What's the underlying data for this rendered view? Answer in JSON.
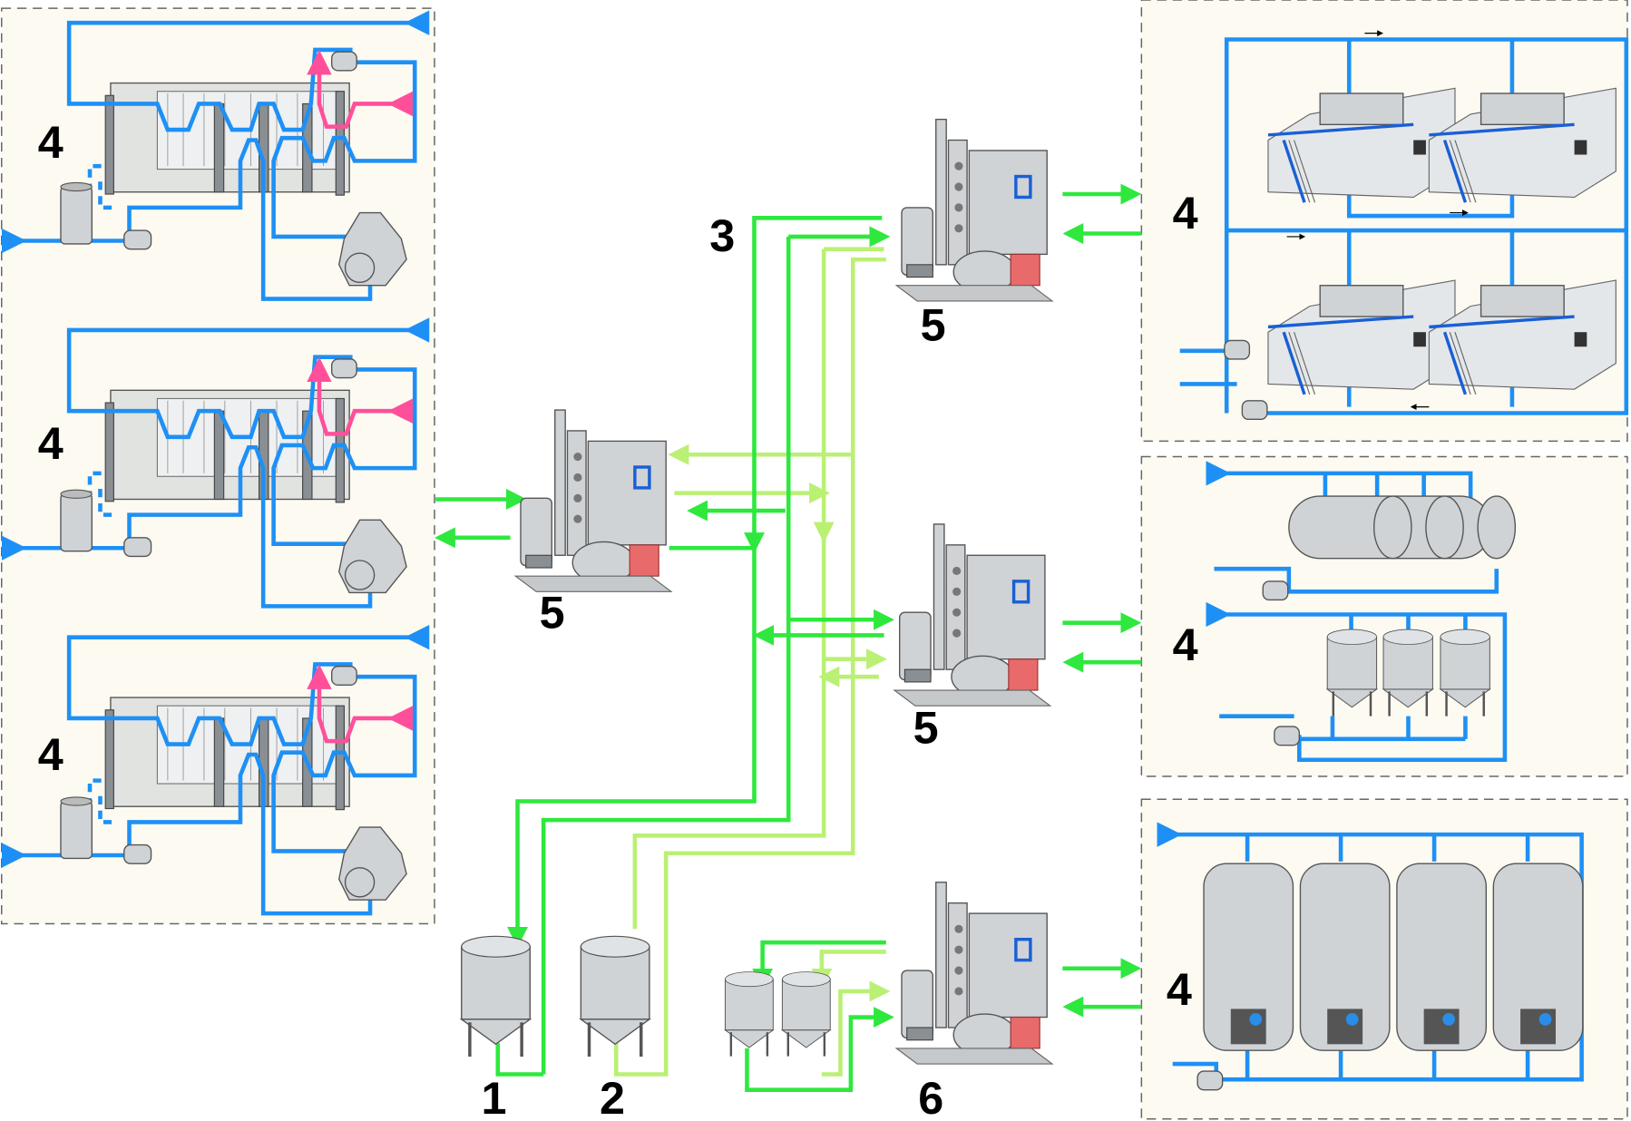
{
  "labels": {
    "tank_1": "1",
    "tank_2": "2",
    "unit_3": "3",
    "process_area_left_1": "4",
    "process_area_left_2": "4",
    "process_area_left_3": "4",
    "process_area_filling": "4",
    "process_area_tanks": "4",
    "process_area_silos": "4",
    "cip_unit_center": "5",
    "cip_unit_top": "5",
    "cip_unit_middle": "5",
    "cip_unit_bottom": "6"
  },
  "colors": {
    "product_line": "#1e90f5",
    "heating_line": "#ff4f9a",
    "cip_supply": "#2ee83e",
    "cip_return": "#baf074",
    "area_background": "#fcfaf1"
  }
}
